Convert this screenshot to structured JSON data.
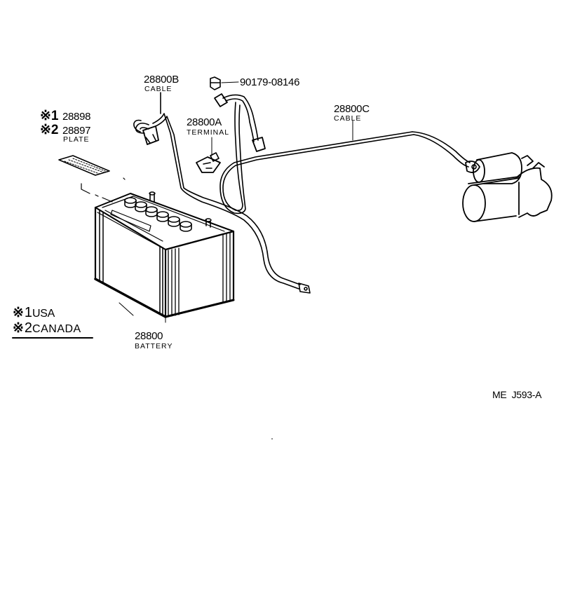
{
  "parts": {
    "cable_b": {
      "number": "28800B",
      "name": "CABLE"
    },
    "bolt": {
      "number": "90179-08146"
    },
    "terminal": {
      "number": "28800A",
      "name": "TERMINAL"
    },
    "cable_c": {
      "number": "28800C",
      "name": "CABLE"
    },
    "plate": {
      "mark1": "※1",
      "number1": "28898",
      "mark2": "※2",
      "number2": "28897",
      "name": "PLATE"
    },
    "battery": {
      "number": "28800",
      "name": "BATTERY"
    }
  },
  "notes": [
    {
      "mark": "※",
      "num": "1",
      "text": "USA"
    },
    {
      "mark": "※",
      "num": "2",
      "text": "CANADA"
    }
  ],
  "ref_code": "ME  J593-A"
}
